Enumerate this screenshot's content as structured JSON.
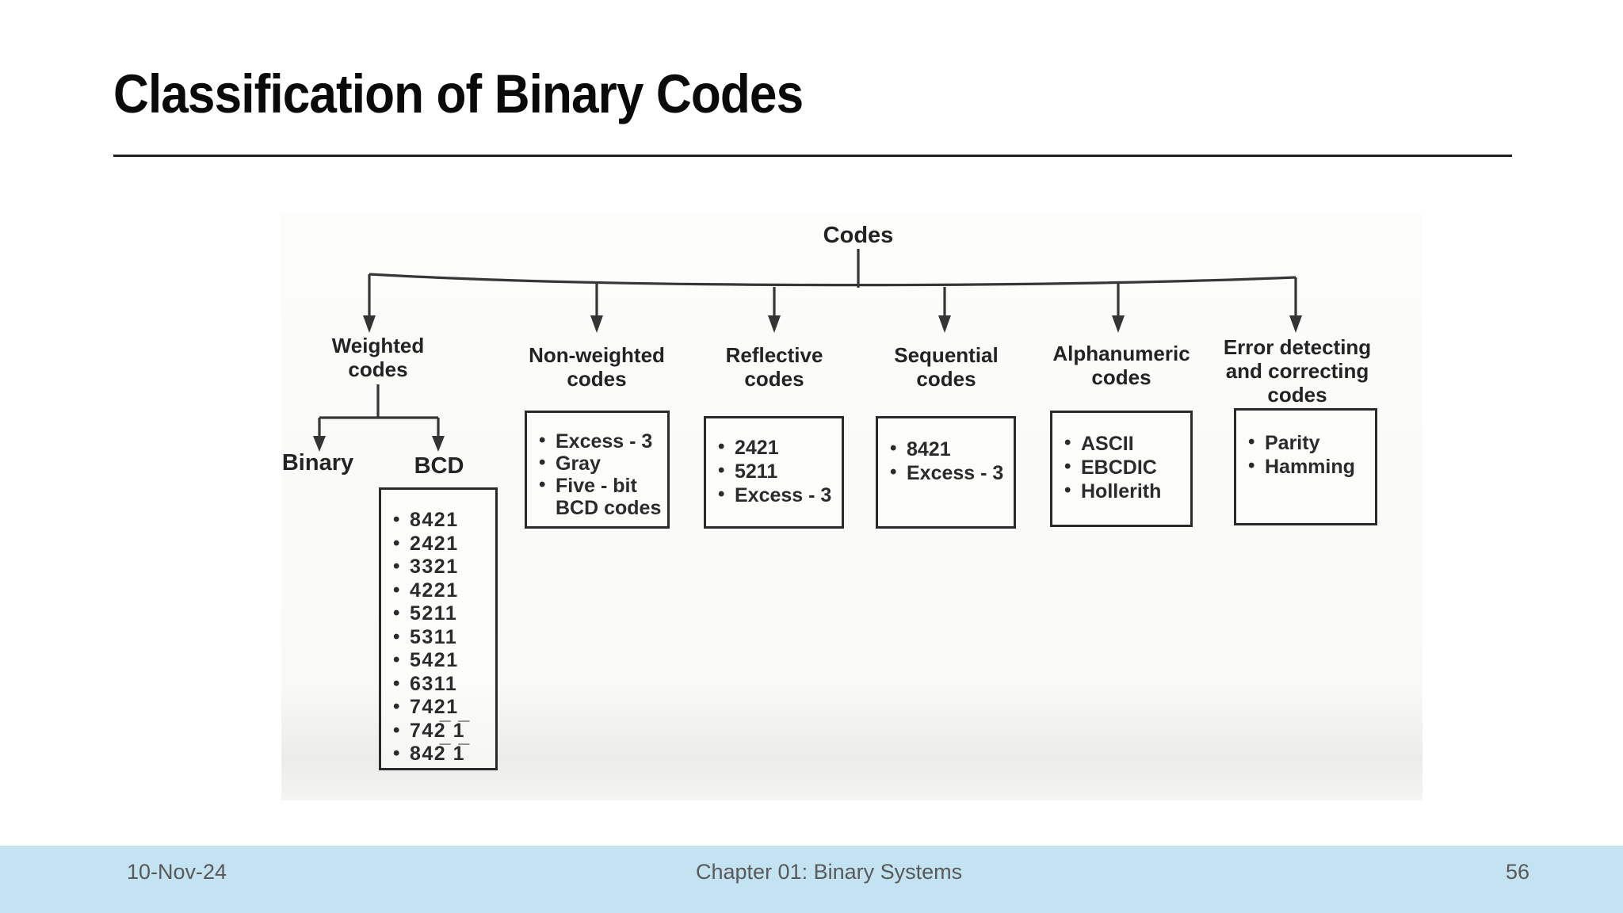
{
  "title": "Classification of Binary Codes",
  "footer": {
    "date": "10-Nov-24",
    "chapter": "Chapter 01: Binary Systems",
    "page": "56"
  },
  "diagram": {
    "root_label": "Codes",
    "headings": {
      "weighted": "Weighted codes",
      "non_weighted": "Non-weighted codes",
      "reflective": "Reflective codes",
      "sequential": "Sequential codes",
      "alphanumeric": "Alphanumeric codes",
      "error": "Error detecting and correcting codes"
    },
    "weighted_children": {
      "binary": "Binary",
      "bcd": "BCD"
    },
    "bcd_items": [
      "8421",
      "2421",
      "3321",
      "4221",
      "5211",
      "5311",
      "5421",
      "6311",
      "7421",
      "742̅ 1̅",
      "842̅ 1̅"
    ],
    "non_weighted_items": [
      "Excess - 3",
      "Gray",
      "Five - bit BCD codes"
    ],
    "reflective_items": [
      "2421",
      "5211",
      "Excess - 3"
    ],
    "sequential_items": [
      "8421",
      "Excess - 3"
    ],
    "alphanumeric_items": [
      "ASCII",
      "EBCDIC",
      "Hollerith"
    ],
    "error_items": [
      "Parity",
      "Hamming"
    ]
  },
  "colors": {
    "footer_bg": "#c3e2f2",
    "footer_text": "#595959",
    "ink": "#2e2e2e"
  }
}
